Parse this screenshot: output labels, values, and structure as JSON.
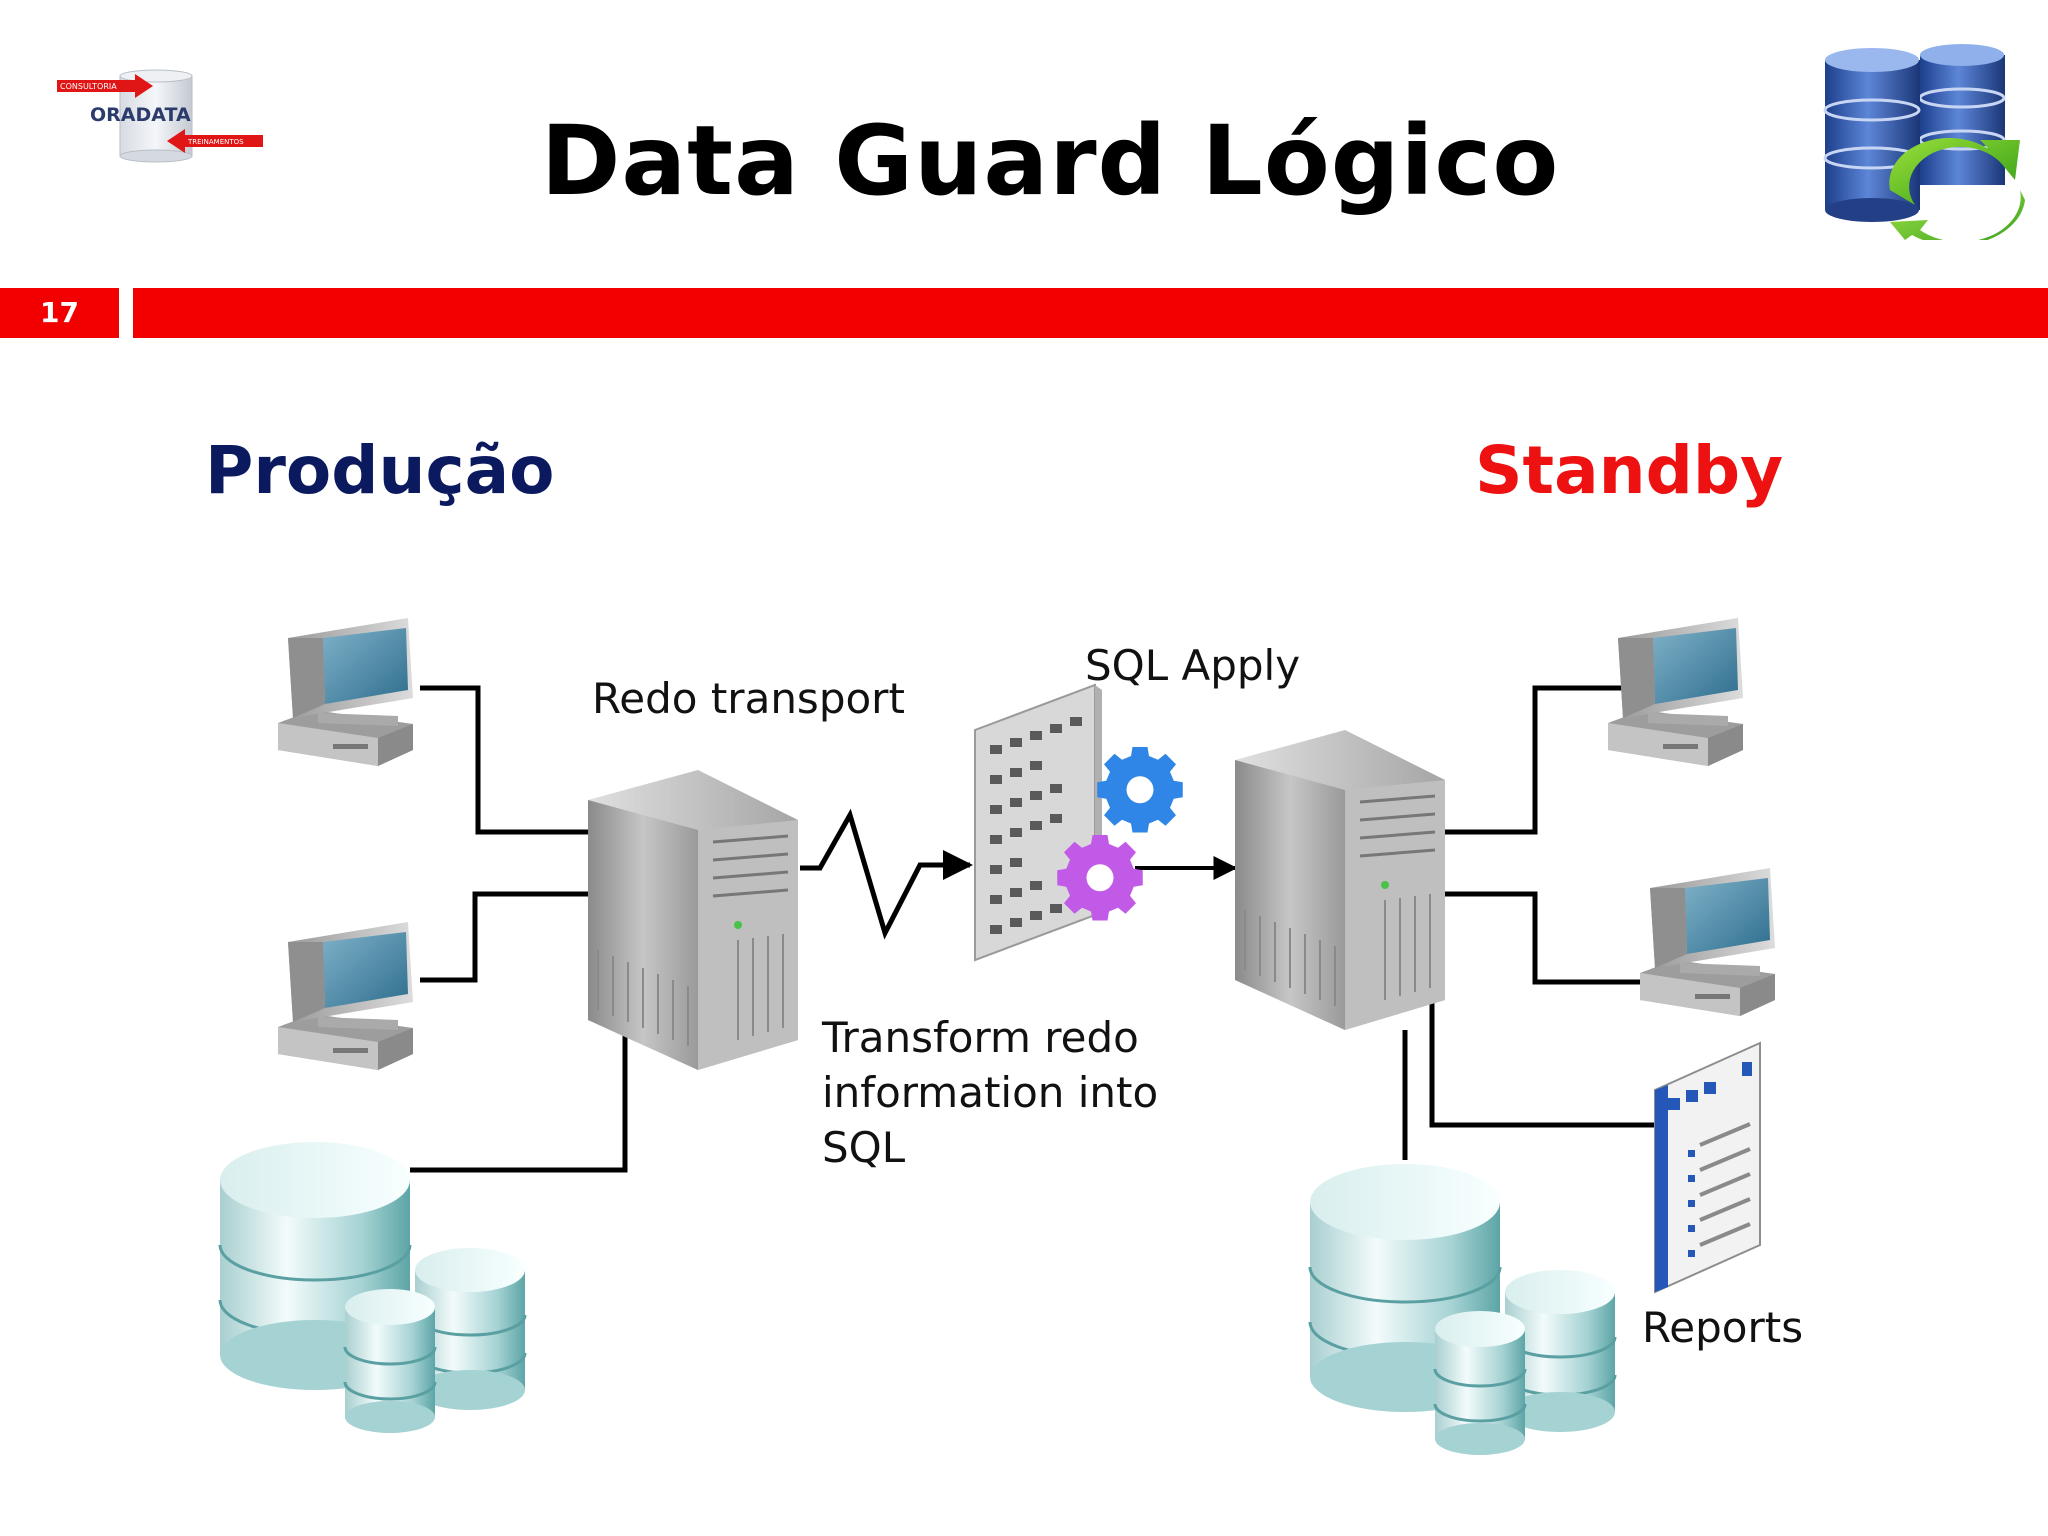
{
  "slide": {
    "title": "Data Guard Lógico",
    "number": "17"
  },
  "logo": {
    "top_text": "CONSULTORIA",
    "name": "ORADATA",
    "bottom_text": "TREINAMENTOS"
  },
  "headings": {
    "production": "Produção",
    "standby": "Standby"
  },
  "labels": {
    "redo_transport": "Redo transport",
    "sql_apply": "SQL Apply",
    "transform_1": "Transform redo",
    "transform_2": "information into",
    "transform_3": "SQL",
    "reports": "Reports"
  },
  "colors": {
    "accent_red": "#f20000",
    "production_blue": "#0b1a5e",
    "standby_red": "#ee1111"
  },
  "icons": [
    "database-sync-icon",
    "client-computer-icon",
    "server-icon",
    "database-stack-icon",
    "sql-document-icon",
    "gear-icon",
    "report-document-icon"
  ]
}
